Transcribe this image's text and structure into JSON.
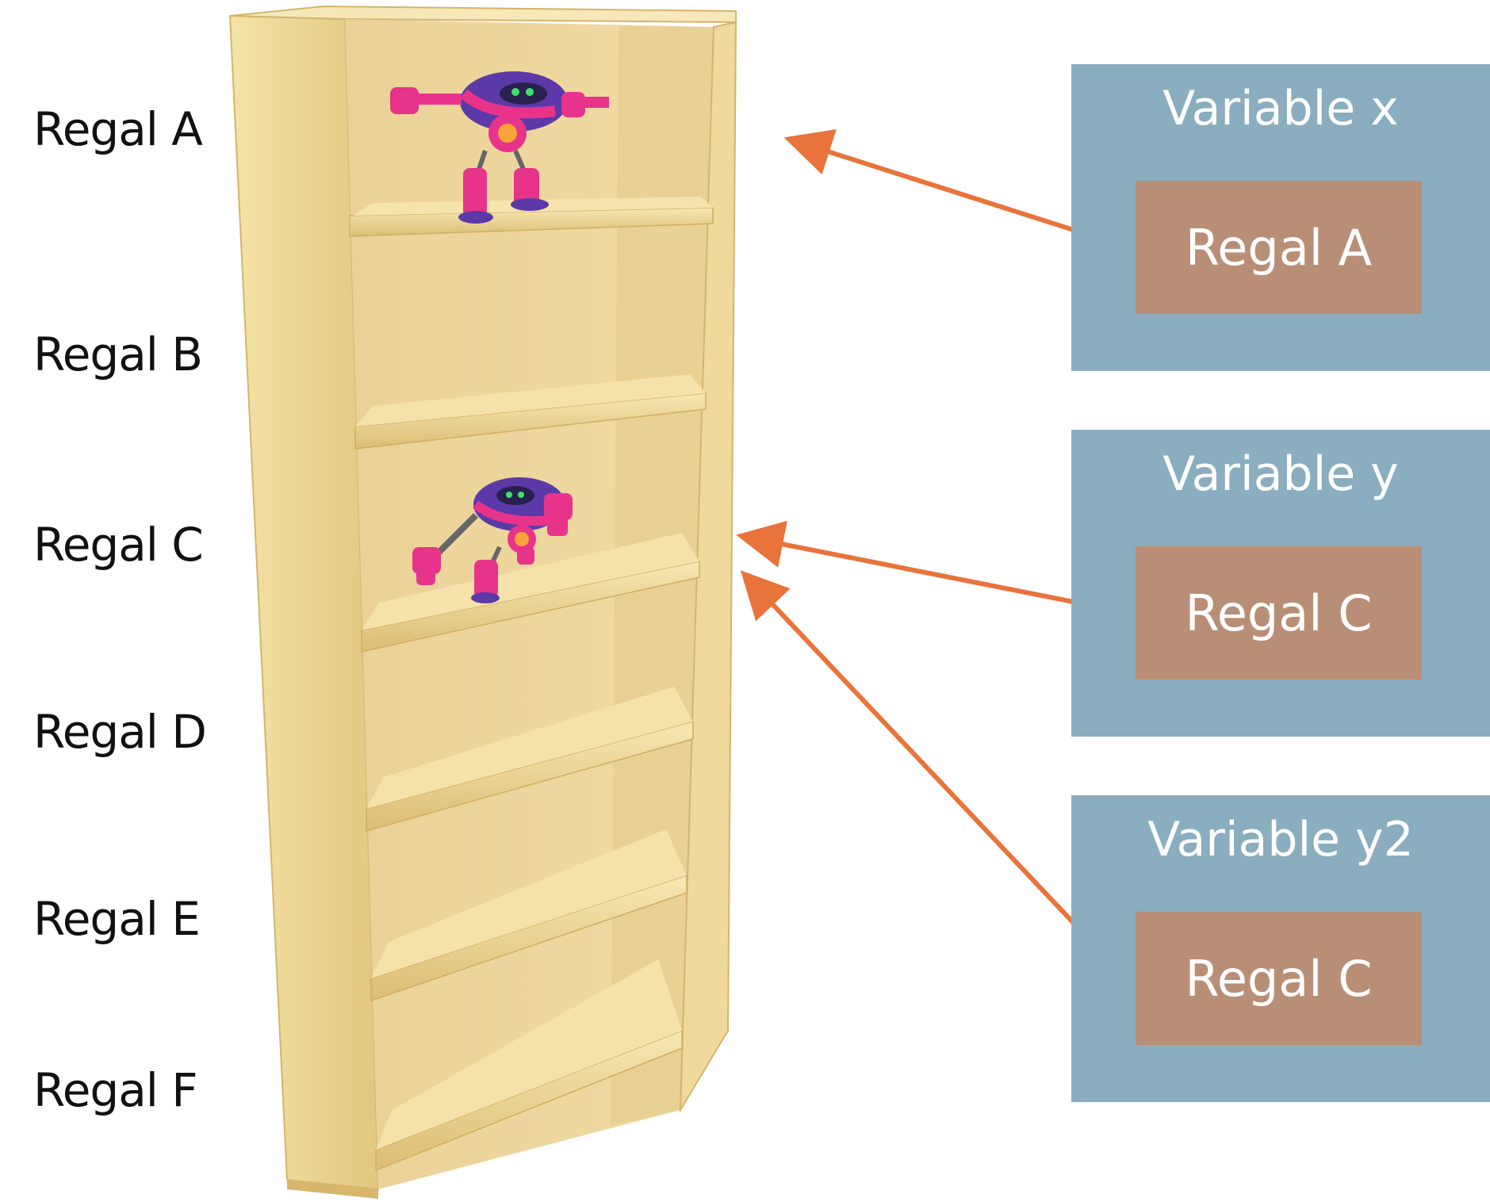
{
  "shelves": [
    {
      "label": "Regal A"
    },
    {
      "label": "Regal B"
    },
    {
      "label": "Regal C"
    },
    {
      "label": "Regal D"
    },
    {
      "label": "Regal E"
    },
    {
      "label": "Regal F"
    }
  ],
  "variables": [
    {
      "name": "Variable x",
      "value": "Regal A"
    },
    {
      "name": "Variable y",
      "value": "Regal C"
    },
    {
      "name": "Variable y2",
      "value": "Regal C"
    }
  ],
  "colors": {
    "variable_box": "#8aadbf",
    "value_box": "#b98e77",
    "arrow": "#e8743b",
    "wood_light": "#f3dc9e",
    "wood_dark": "#d8b66c",
    "robot_pink": "#e8338b",
    "robot_purple": "#5b3aa8"
  },
  "icons": [
    "bookshelf",
    "robot-figure"
  ]
}
